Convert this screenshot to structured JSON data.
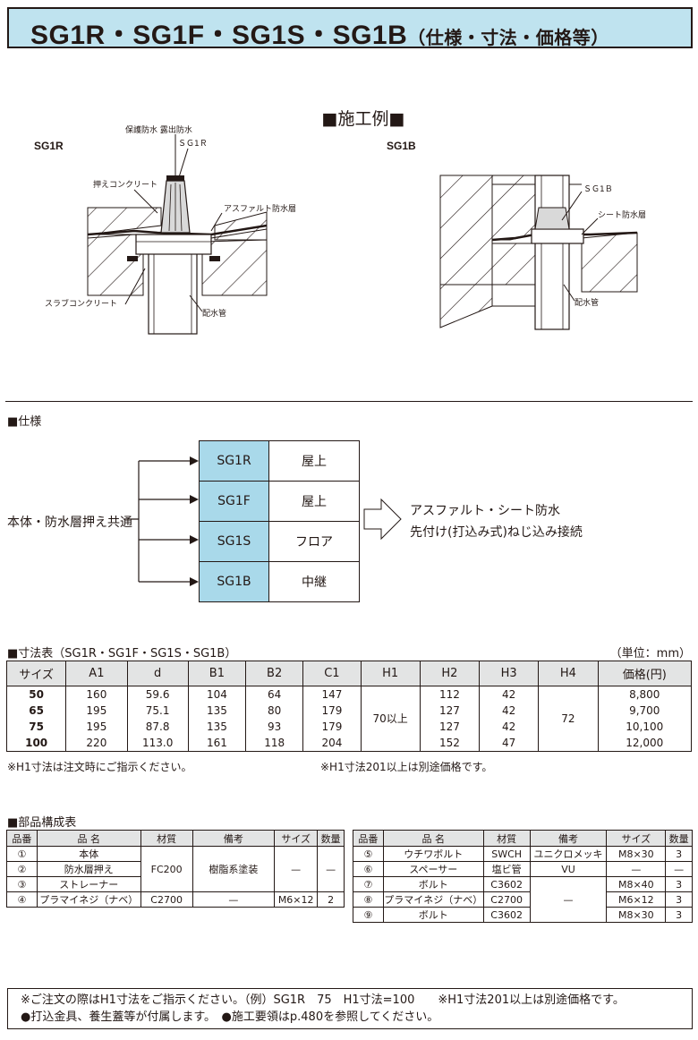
{
  "header": {
    "title": "SG1R・SG1F・SG1S・SG1B",
    "subtitle": "（仕様・寸法・価格等）"
  },
  "example": {
    "heading": "■施工例■",
    "sg1r": {
      "label": "SG1R",
      "annotations": {
        "top": "保護防水 露出防水",
        "model": "ＳＧ1Ｒ",
        "press": "押えコンクリート",
        "asphalt": "アスファルト防水層",
        "slab": "スラブコンクリート",
        "pipe": "配水管"
      }
    },
    "sg1b": {
      "label": "SG1B",
      "annotations": {
        "model": "ＳＧ1Ｂ",
        "sheet": "シート防水層",
        "pipe": "配水管"
      }
    }
  },
  "spec": {
    "title": "■仕様",
    "common": "本体・防水層押え共通",
    "rows": [
      {
        "code": "SG1R",
        "use": "屋上"
      },
      {
        "code": "SG1F",
        "use": "屋上"
      },
      {
        "code": "SG1S",
        "use": "フロア"
      },
      {
        "code": "SG1B",
        "use": "中継"
      }
    ],
    "result_line1": "アスファルト・シート防水",
    "result_line2": "先付け(打込み式)ねじ込み接続"
  },
  "dimensions": {
    "title": "■寸法表（SG1R・SG1F・SG1S・SG1B）",
    "unit": "（単位：mm）",
    "headers": [
      "サイズ",
      "A1",
      "d",
      "B1",
      "B2",
      "C1",
      "H1",
      "H2",
      "H3",
      "H4",
      "価格(円)"
    ],
    "rows": [
      {
        "size": "50",
        "a1": "160",
        "d": "59.6",
        "b1": "104",
        "b2": "64",
        "c1": "147",
        "h2": "112",
        "h3": "42",
        "price": "8,800"
      },
      {
        "size": "65",
        "a1": "195",
        "d": "75.1",
        "b1": "135",
        "b2": "80",
        "c1": "179",
        "h2": "127",
        "h3": "42",
        "price": "9,700"
      },
      {
        "size": "75",
        "a1": "195",
        "d": "87.8",
        "b1": "135",
        "b2": "93",
        "c1": "179",
        "h2": "127",
        "h3": "42",
        "price": "10,100"
      },
      {
        "size": "100",
        "a1": "220",
        "d": "113.0",
        "b1": "161",
        "b2": "118",
        "c1": "204",
        "h2": "152",
        "h3": "47",
        "price": "12,000"
      }
    ],
    "h1_merged": "70以上",
    "h4_merged": "72",
    "note_left": "※H1寸法は注文時にご指示ください。",
    "note_right": "※H1寸法201以上は別途価格です。"
  },
  "parts": {
    "title": "■部品構成表",
    "headers": [
      "品番",
      "品 名",
      "材質",
      "備考",
      "サイズ",
      "数量"
    ],
    "left": [
      {
        "no": "①",
        "name": "本体"
      },
      {
        "no": "②",
        "name": "防水層押え"
      },
      {
        "no": "③",
        "name": "ストレーナー"
      },
      {
        "no": "④",
        "name": "プラマイネジ（ナベ）",
        "material": "C2700",
        "remark": "—",
        "size": "M6×12",
        "qty": "2"
      }
    ],
    "left_merged": {
      "material": "FC200",
      "remark": "樹脂系塗装",
      "size": "—",
      "qty": "—"
    },
    "right": [
      {
        "no": "⑤",
        "name": "ウチワボルト",
        "material": "SWCH",
        "remark": "ユニクロメッキ",
        "size": "M8×30",
        "qty": "3"
      },
      {
        "no": "⑥",
        "name": "スペーサー",
        "material": "塩ビ管",
        "remark": "VU",
        "size": "—",
        "qty": "—"
      },
      {
        "no": "⑦",
        "name": "ボルト",
        "material": "C3602",
        "size": "M8×40",
        "qty": "3"
      },
      {
        "no": "⑧",
        "name": "プラマイネジ（ナベ）",
        "material": "C2700",
        "size": "M6×12",
        "qty": "3"
      },
      {
        "no": "⑨",
        "name": "ボルト",
        "material": "C3602",
        "size": "M8×30",
        "qty": "3"
      }
    ],
    "right_merged_remark": "—"
  },
  "notes": {
    "line1": "※ご注文の際はH1寸法をご指示ください。（例）SG1R　75　H1寸法=100　　※H1寸法201以上は別途価格です。",
    "line2": "●打込金具、養生蓋等が付属します。　●施工要領はp.480を参照してください。"
  }
}
